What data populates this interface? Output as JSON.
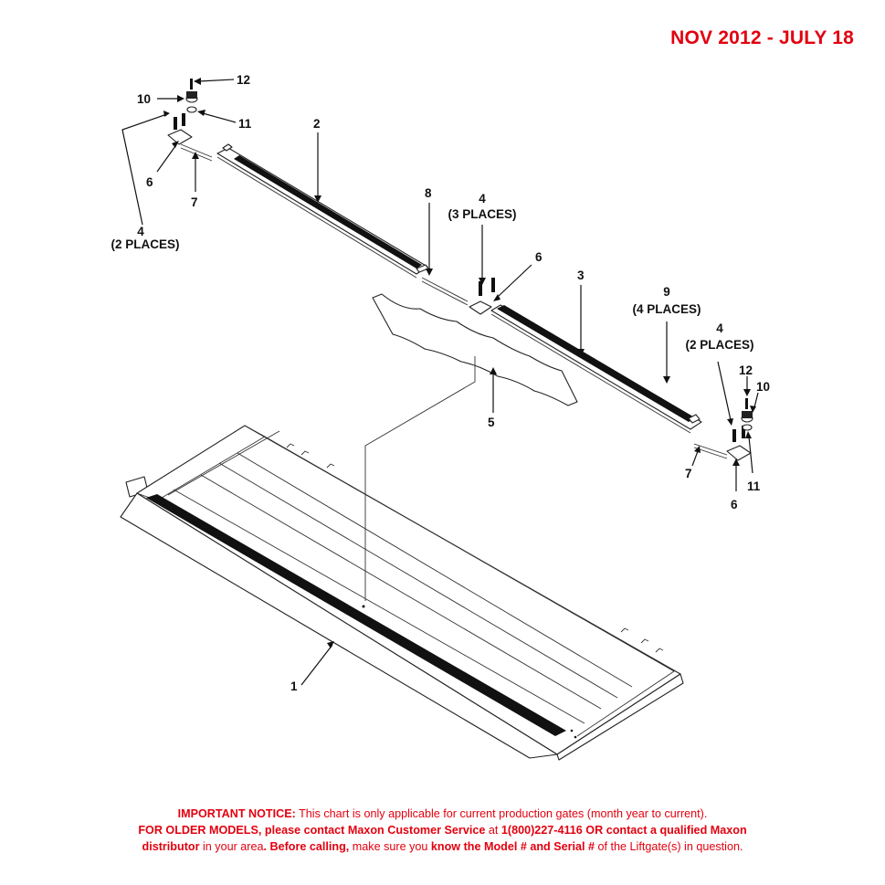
{
  "header": {
    "date_range": "NOV 2012 - JULY 18"
  },
  "callouts": {
    "c1": "1",
    "c2": "2",
    "c3": "3",
    "c4_left": "4",
    "c4_left_qty": "(2 PLACES)",
    "c4_mid": "4",
    "c4_mid_qty": "(3 PLACES)",
    "c4_right": "4",
    "c4_right_qty": "(2 PLACES)",
    "c5": "5",
    "c6_left": "6",
    "c6_mid": "6",
    "c6_right": "6",
    "c7_left": "7",
    "c7_right": "7",
    "c8": "8",
    "c9": "9",
    "c9_qty": "(4 PLACES)",
    "c10_left": "10",
    "c10_right": "10",
    "c11_left": "11",
    "c11_right": "11",
    "c12_left": "12",
    "c12_right": "12"
  },
  "notice": {
    "line1_bold": "IMPORTANT NOTICE:",
    "line1_text": " This chart is only applicable for current production gates (month year to current).",
    "line2_bold_a": "FOR OLDER MODELS, please contact Maxon Customer Service",
    "line2_text_a": " at ",
    "line2_bold_b": "1(800)227-4116 OR contact a qualified Maxon",
    "line3_bold_a": "distributor",
    "line3_text_a": " in your area",
    "line3_bold_b": ". Before calling,",
    "line3_text_b": " make sure you ",
    "line3_bold_c": "know the Model # and Serial #",
    "line3_text_c": " of the Liftgate(s) in question",
    "line3_end": "."
  },
  "colors": {
    "brand_red": "#e3000f",
    "line": "#111111"
  }
}
